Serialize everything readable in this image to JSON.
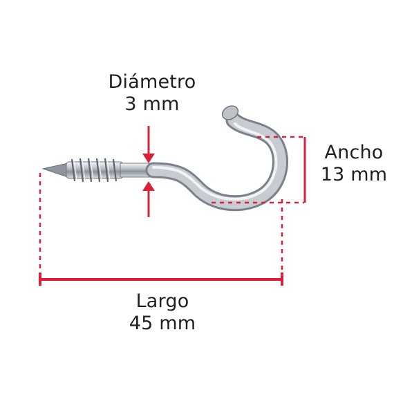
{
  "accent_color": "#d7203a",
  "metal_color": "#c8ccd2",
  "labels": {
    "diametro": {
      "name": "Diámetro",
      "value": "3 mm"
    },
    "ancho": {
      "name": "Ancho",
      "value": "13 mm"
    },
    "largo": {
      "name": "Largo",
      "value": "45 mm"
    }
  }
}
